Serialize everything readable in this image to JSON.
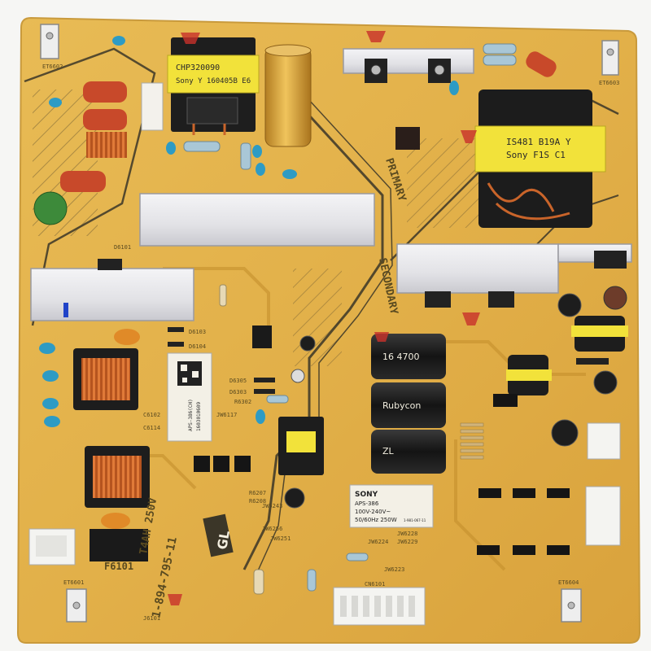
{
  "colors": {
    "board": "#e2b24a",
    "board_shade": "#cf9c35",
    "trace": "#3b3628",
    "heatsink": "#e6e6ea",
    "transformer_tape": "#f2e23a",
    "capacitor_gold": "#d9a43a",
    "capacitor_black": "#1b1b1b",
    "film_cap": "#c8492a",
    "ceramic_cap": "#2e9bc4",
    "coil_copper": "#c9642a"
  },
  "silkscreen": {
    "primary": "PRIMARY",
    "secondary": "SECONDARY",
    "part_number": "1-894-795-11",
    "fuse_ref": "F6101",
    "fuse_rating": "T4AH 250V",
    "model_code": "GL",
    "ref_cn6101": "CN6101",
    "ref_et6601": "ET6601",
    "ref_et6602": "ET6602",
    "ref_et6603": "ET6603",
    "ref_et6604": "ET6604",
    "ref_d6101": "D6101",
    "ref_d6103": "D6103",
    "ref_d6104": "D6104",
    "ref_d6305": "D6305",
    "ref_d6303": "D6303",
    "ref_r6302": "R6302",
    "ref_r6207": "R6207",
    "ref_r6208": "R6208",
    "ref_c6102": "C6102",
    "ref_c6114": "C6114",
    "ref_j6101": "J6101",
    "ref_jw6117": "JW6117",
    "ref_jw6223": "JW6223",
    "ref_jw6224": "JW6224",
    "ref_jw6228": "JW6228",
    "ref_jw6229": "JW6229",
    "ref_jw6251": "JW6251",
    "ref_jw6256": "JW6256",
    "ref_jw6243": "JW6243"
  },
  "transformers": {
    "small_label_line1": "CHP320090",
    "small_label_line2": "Sony Y 160405B E6",
    "large_label_line1": "IS481 B19A Y",
    "large_label_line2": "Sony F1S C1"
  },
  "caps": {
    "cap_text_1": "16 4700",
    "cap_brand": "Rubycon",
    "cap_series": "ZL"
  },
  "rating_label": {
    "brand": "SONY",
    "model": "APS-386",
    "voltage": "100V-240V~",
    "power": "50/60Hz 250W",
    "code": "1-981-067-11"
  },
  "qr_label": {
    "id_line1": "APS-386(CH)",
    "id_line2": "1603010609"
  }
}
